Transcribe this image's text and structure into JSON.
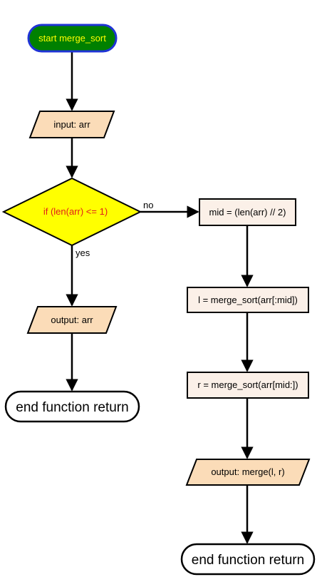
{
  "colors": {
    "start_fill": "#008000",
    "start_stroke": "#1f33d6",
    "start_text": "#ffff00",
    "io_fill": "#fbdcb8",
    "process_fill": "#fbf0e8",
    "decision_fill": "#ffff00",
    "decision_text": "#e11b1b",
    "terminal_fill": "#ffffff",
    "line": "#000000"
  },
  "flowchart": {
    "start": "start merge_sort",
    "input": "input: arr",
    "decision": "if (len(arr) <= 1)",
    "edge_no": "no",
    "edge_yes": "yes",
    "output_arr": "output: arr",
    "end_left": "end function return",
    "mid": "mid = (len(arr) // 2)",
    "left_sort": "l = merge_sort(arr[:mid])",
    "right_sort": "r = merge_sort(arr[mid:])",
    "output_merge": "output: merge(l, r)",
    "end_right": "end function return"
  }
}
